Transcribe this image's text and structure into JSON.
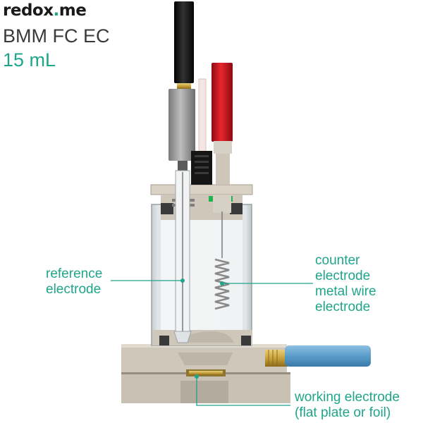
{
  "brand": {
    "name_start": "redox",
    "name_dot": ".",
    "name_end": "me"
  },
  "product": {
    "model": "BMM FC EC",
    "volume": "15 mL"
  },
  "labels": {
    "reference": [
      "reference",
      "electrode"
    ],
    "counter": [
      "counter",
      "electrode",
      "metal wire",
      "electrode"
    ],
    "working": [
      "working electrode",
      "(flat plate or foil)"
    ]
  },
  "colors": {
    "accent": "#1fa58a",
    "black_plug": "#111111",
    "red_plug": "#d1121b",
    "blue_handle": "#5a9cc9",
    "peek_body": "#d9d2c5",
    "gold": "#c9a23a"
  }
}
